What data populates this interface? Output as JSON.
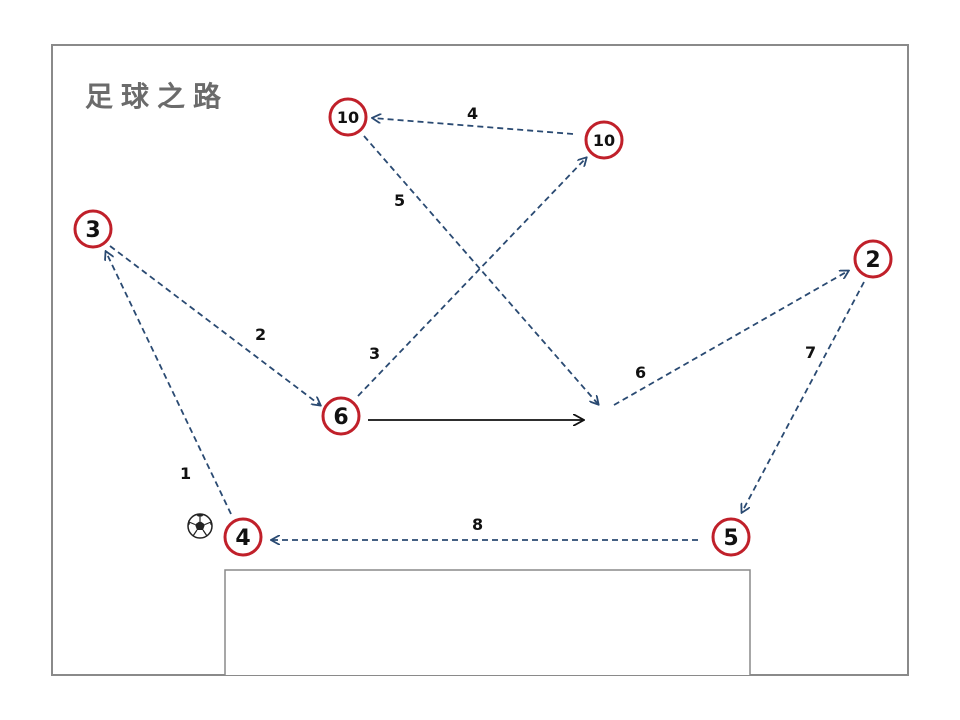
{
  "title": "足球之路",
  "players": [
    {
      "id": "p3",
      "number": "3"
    },
    {
      "id": "p10a",
      "number": "10"
    },
    {
      "id": "p10b",
      "number": "10"
    },
    {
      "id": "p6",
      "number": "6"
    },
    {
      "id": "p2",
      "number": "2"
    },
    {
      "id": "p4",
      "number": "4"
    },
    {
      "id": "p5",
      "number": "5"
    }
  ],
  "passes": [
    {
      "label": "1",
      "from": "p4",
      "to": "p3",
      "style": "dashed"
    },
    {
      "label": "2",
      "from": "p3",
      "to": "p6",
      "style": "dashed"
    },
    {
      "label": "3",
      "from": "p6",
      "to": "p10b",
      "style": "dashed"
    },
    {
      "label": "4",
      "from": "p10b",
      "to": "p10a",
      "style": "dashed"
    },
    {
      "label": "5",
      "from": "p10a",
      "to": "space",
      "style": "dashed"
    },
    {
      "label": "6",
      "from": "space",
      "to": "p2",
      "style": "dashed"
    },
    {
      "label": "7",
      "from": "p2",
      "to": "p5",
      "style": "dashed"
    },
    {
      "label": "8",
      "from": "p5",
      "to": "p4",
      "style": "dashed"
    }
  ],
  "runs": [
    {
      "from": "p6",
      "to": "space",
      "style": "solid"
    }
  ],
  "ball": {
    "icon": "soccer-ball-icon",
    "holder": "p4"
  },
  "colors": {
    "player_ring": "#c0202a",
    "pass": "#2a4a72",
    "run": "#111111",
    "field_line": "#8a8a8a",
    "title": "#6b6b6b"
  }
}
